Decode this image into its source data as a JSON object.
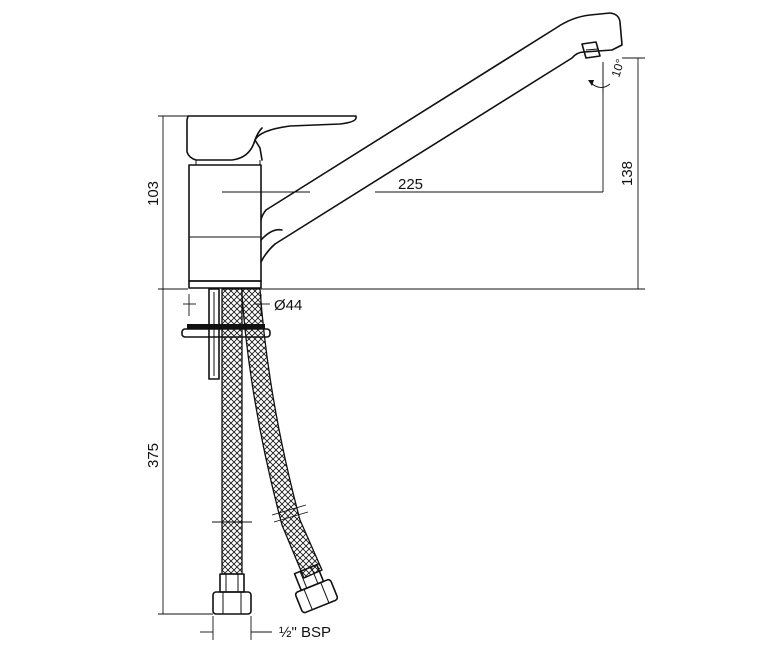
{
  "dimensions": {
    "spout_reach": "225",
    "total_height": "138",
    "body_height": "103",
    "underside_length": "375",
    "base_diameter": "Ø44",
    "spout_angle": "10°",
    "connection_thread": "½\" BSP"
  }
}
